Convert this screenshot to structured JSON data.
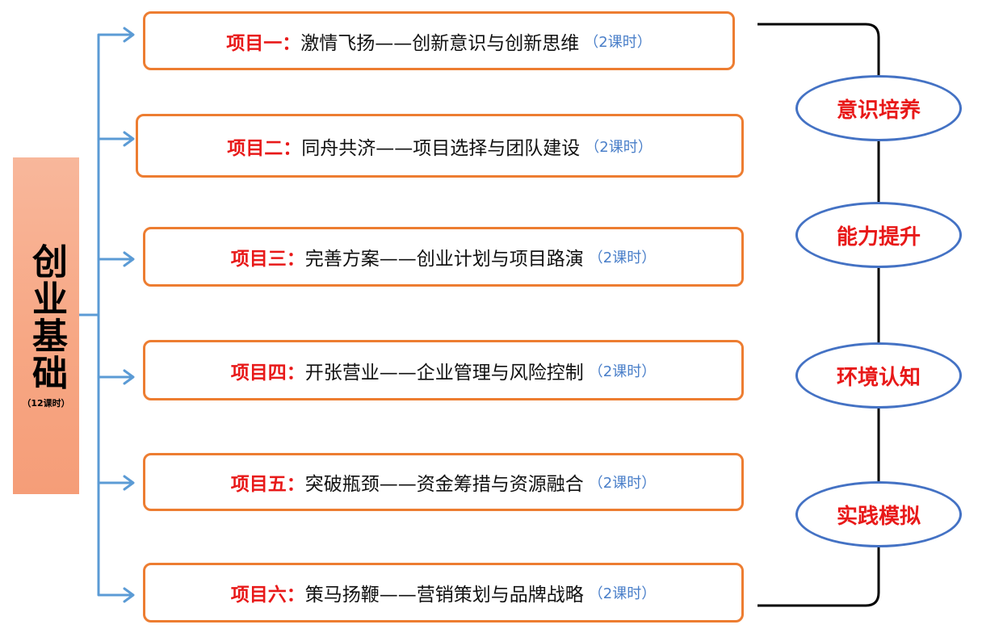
{
  "foundation": {
    "title": "创业基础",
    "hours": "（12课时）"
  },
  "projects": [
    {
      "label": "项目一",
      "colon": "：",
      "topic": "激情飞扬——创新意识与创新思维",
      "hours": "（2课时）"
    },
    {
      "label": "项目二",
      "colon": "：",
      "topic": "同舟共济——项目选择与团队建设",
      "hours": "（2课时）"
    },
    {
      "label": "项目三",
      "colon": "：",
      "topic": "完善方案——创业计划与项目路演",
      "hours": "（2课时）"
    },
    {
      "label": "项目四",
      "colon": "：",
      "topic": "开张营业——企业管理与风险控制",
      "hours": "（2课时）"
    },
    {
      "label": "项目五",
      "colon": "：",
      "topic": "突破瓶颈——资金筹措与资源融合",
      "hours": "（2课时）"
    },
    {
      "label": "项目六",
      "colon": "：",
      "topic": "策马扬鞭——营销策划与品牌战略",
      "hours": "（2课时）"
    }
  ],
  "stages": [
    "意识培养",
    "能力提升",
    "环境认知",
    "实践模拟"
  ],
  "colors": {
    "box_border": "#ed7d31",
    "accent_red": "#e81919",
    "connector_blue": "#5b9bd5",
    "oval_border": "#4472c4",
    "hours_blue": "#4a7fc9",
    "panel_fill": "#f7a784"
  }
}
